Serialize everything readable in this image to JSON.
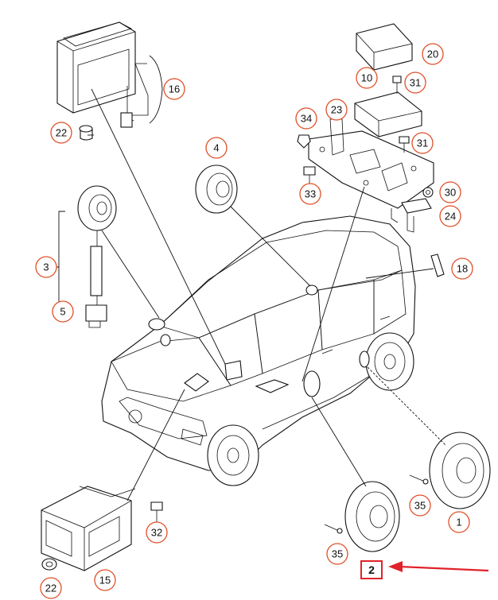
{
  "labels": {
    "l1": "1",
    "l2": "2",
    "l3": "3",
    "l4": "4",
    "l5": "5",
    "l10": "10",
    "l15": "15",
    "l16": "16",
    "l18": "18",
    "l20": "20",
    "l22a": "22",
    "l22b": "22",
    "l23": "23",
    "l24": "24",
    "l30": "30",
    "l31a": "31",
    "l31b": "31",
    "l32": "32",
    "l33": "33",
    "l34": "34",
    "l35a": "35",
    "l35b": "35"
  },
  "colors": {
    "callout_ring": "#e0502a",
    "highlight_box": "#e0232a",
    "highlight_arrow": "#e0232a",
    "line_art": "#111111"
  }
}
